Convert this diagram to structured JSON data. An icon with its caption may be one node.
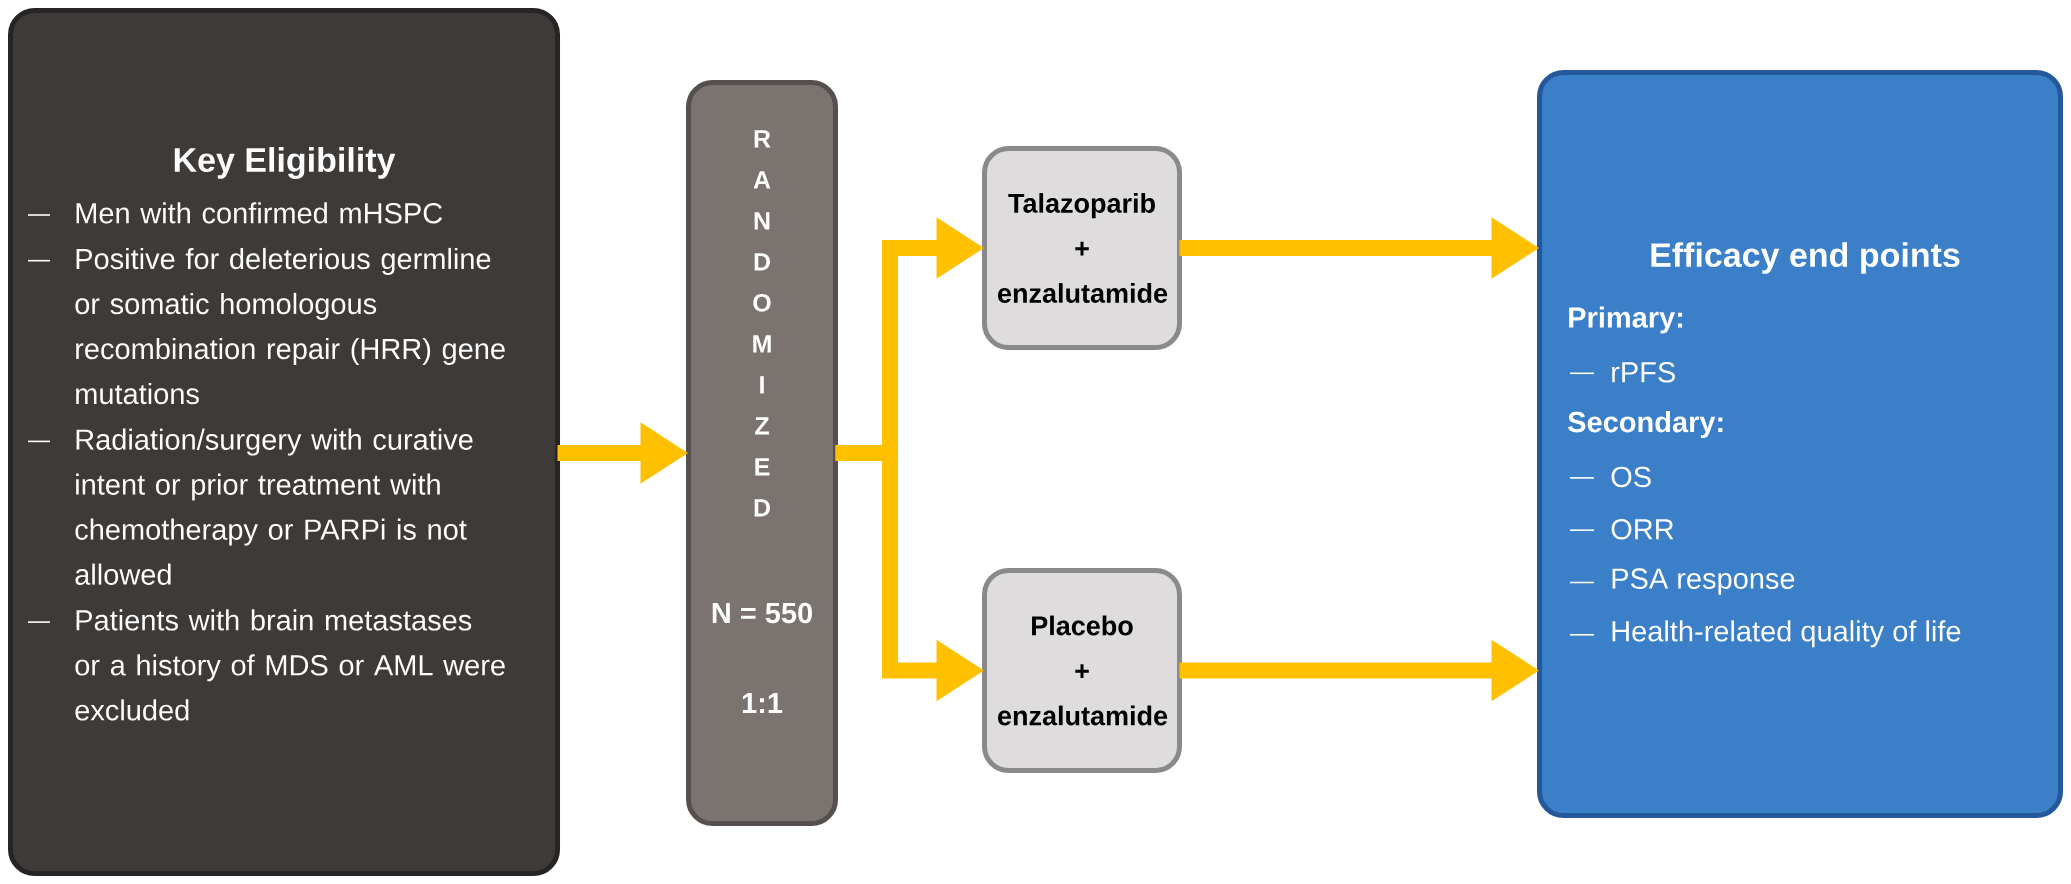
{
  "diagram": {
    "nodes": [
      {
        "text": [
          "Key Eligibility",
          "Men with confirmed mHSPC",
          "Positive for deleterious germline or somatic homologous recombination repair (HRR) gene mutations",
          "Radiation/surgery with curative intent or prior treatment with chemotherapy or PARPi is not allowed",
          "Patients with brain metastases or a history of MDS or AML were excluded"
        ]
      },
      {
        "text": [
          "RANDOMIZED",
          "N = 550",
          "1:1"
        ]
      },
      {
        "text": [
          "Talazoparib + enzalutamide"
        ]
      },
      {
        "text": [
          "Placebo + enzalutamide"
        ]
      },
      {
        "text": [
          "Efficacy end points",
          "Primary:",
          "rPFS",
          "Secondary:",
          "OS",
          "ORR",
          "PSA response",
          "Health-related quality of life"
        ]
      }
    ],
    "edges": [
      {
        "from": 0,
        "to": 1,
        "arrow": "to"
      },
      {
        "from": 1,
        "to": 2,
        "arrow": "to"
      },
      {
        "from": 1,
        "to": 3,
        "arrow": "to"
      },
      {
        "from": 2,
        "to": 4,
        "arrow": "to"
      },
      {
        "from": 3,
        "to": 4,
        "arrow": "to"
      }
    ]
  }
}
